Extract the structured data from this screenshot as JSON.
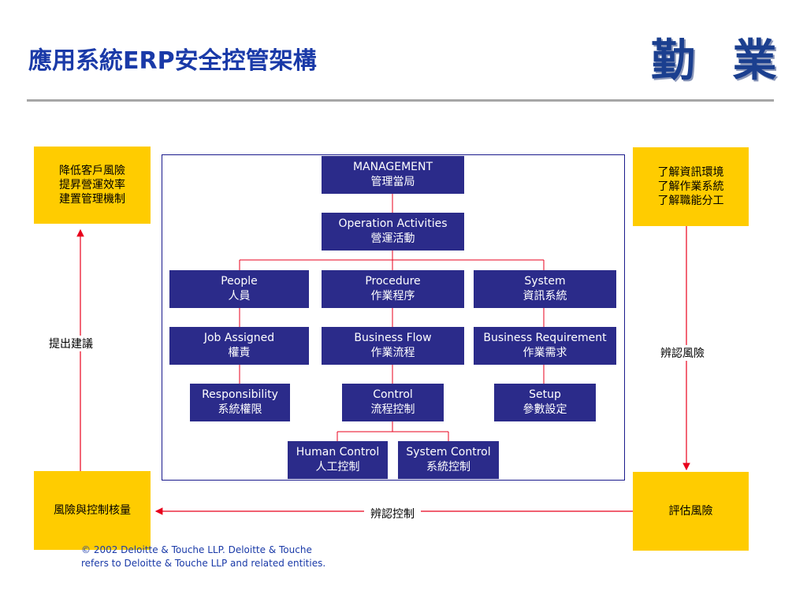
{
  "title": "應用系統ERP安全控管架構",
  "logo_text": "勤 業",
  "corner_boxes": {
    "top_left": [
      "降低客戶風險",
      "提昇營運效率",
      "建置管理機制"
    ],
    "top_right": [
      "了解資訊環境",
      "了解作業系統",
      "了解職能分工"
    ],
    "bottom_left": [
      "風險與控制核量"
    ],
    "bottom_right": [
      "評估風險"
    ]
  },
  "arrow_labels": {
    "left": "提出建議",
    "right": "辨認風險",
    "bottom": "辨認控制"
  },
  "nodes": {
    "management": {
      "en": "MANAGEMENT",
      "zh": "管理當局"
    },
    "operation": {
      "en": "Operation Activities",
      "zh": "營運活動"
    },
    "people": {
      "en": "People",
      "zh": "人員"
    },
    "procedure": {
      "en": "Procedure",
      "zh": "作業程序"
    },
    "system": {
      "en": "System",
      "zh": "資訊系統"
    },
    "job": {
      "en": "Job Assigned",
      "zh": "權責"
    },
    "flow": {
      "en": "Business Flow",
      "zh": "作業流程"
    },
    "requirement": {
      "en": "Business Requirement",
      "zh": "作業需求"
    },
    "responsibility": {
      "en": "Responsibility",
      "zh": "系統權限"
    },
    "control": {
      "en": "Control",
      "zh": "流程控制"
    },
    "setup": {
      "en": "Setup",
      "zh": "參數設定"
    },
    "human": {
      "en": "Human Control",
      "zh": "人工控制"
    },
    "syscontrol": {
      "en": "System Control",
      "zh": "系統控制"
    }
  },
  "copyright": [
    "© 2002 Deloitte & Touche LLP. Deloitte & Touche",
    "refers to Deloitte & Touche LLP and related entities."
  ],
  "colors": {
    "accent_yellow": "#ffcc00",
    "node_navy": "#2b2b8a",
    "title_blue": "#1a3aa8",
    "arrow_red": "#e8001c"
  }
}
